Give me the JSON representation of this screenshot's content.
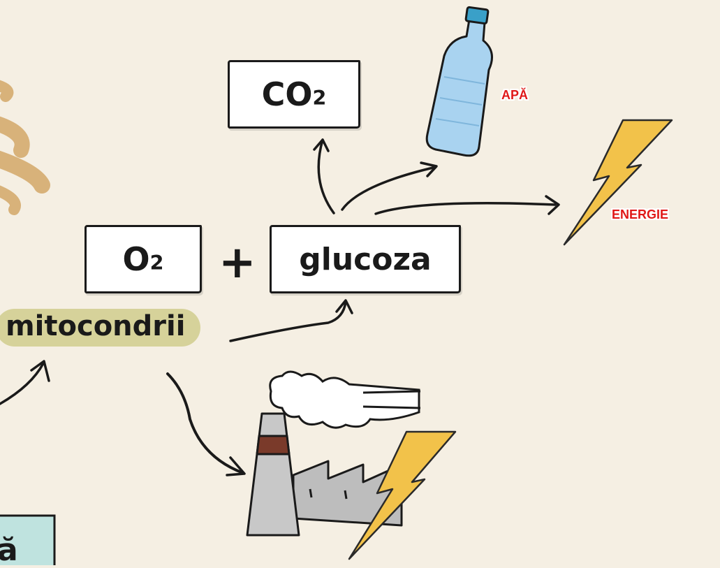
{
  "labels": {
    "co2": "CO",
    "co2_sub": "2",
    "o2": "O",
    "o2_sub": "2",
    "plus": "+",
    "glucoza": "glucoza",
    "mitocondrii": "mitocondrii",
    "apa": "APĂ",
    "energie": "ENERGIE",
    "corner_text": "ă"
  },
  "colors": {
    "background": "#f5efe3",
    "label_red": "#e01818",
    "lightning": "#f2c24a",
    "mitochondria_highlight": "#d6d29a",
    "bottle": "#a9d3f0",
    "bottle_cap": "#3aa0c8",
    "factory_gray": "#bdbdbd",
    "chimney_band": "#7a3a2a"
  },
  "icons": [
    "water-bottle-icon",
    "lightning-bolt-icon",
    "factory-icon",
    "smoke-cloud-icon"
  ]
}
